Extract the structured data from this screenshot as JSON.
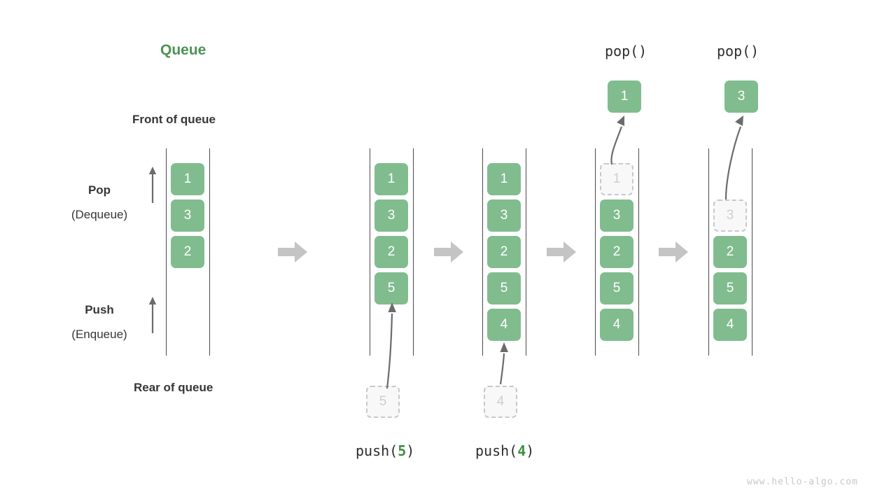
{
  "diagram": {
    "title": "Queue",
    "accent_green": "#4d9155",
    "cell_green": "#81bc8f",
    "ghost_gray": "#c9c9c9",
    "arrow_gray": "#c4c4c4",
    "watermark": "www.hello-algo.com",
    "labels": {
      "front_of_queue": "Front of queue",
      "rear_of_queue": "Rear of queue",
      "pop_main": "Pop",
      "pop_sub": "(Dequeue)",
      "push_main": "Push",
      "push_sub": "(Enqueue)"
    },
    "operations": {
      "push5_prefix": "push(",
      "push5_value": "5",
      "push5_suffix": ")",
      "push4_prefix": "push(",
      "push4_value": "4",
      "push4_suffix": ")",
      "pop1_label": "pop()",
      "pop2_label": "pop()"
    },
    "columns": [
      {
        "name": "initial-queue",
        "cells": [
          "1",
          "3",
          "2"
        ],
        "ghosts": []
      },
      {
        "name": "after-push-5",
        "cells": [
          "1",
          "3",
          "2",
          "5"
        ],
        "ghosts": []
      },
      {
        "name": "after-push-4",
        "cells": [
          "1",
          "3",
          "2",
          "5",
          "4"
        ],
        "ghosts": []
      },
      {
        "name": "after-pop-1",
        "cells": [
          "3",
          "2",
          "5",
          "4"
        ],
        "ghosts": [
          "1"
        ]
      },
      {
        "name": "after-pop-3",
        "cells": [
          "2",
          "5",
          "4"
        ],
        "ghosts": [
          "3"
        ]
      }
    ],
    "incoming": {
      "push5_ghost": "5",
      "push4_ghost": "4"
    },
    "outgoing": {
      "pop1_value": "1",
      "pop2_value": "3"
    }
  }
}
